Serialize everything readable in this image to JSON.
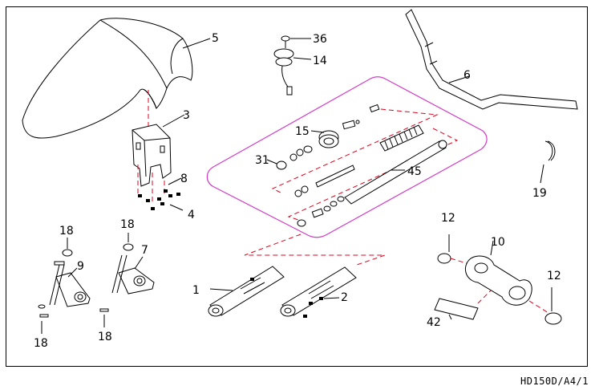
{
  "drawing": {
    "code": "HD150D/A4/1",
    "colors": {
      "outline": "#000000",
      "leader": "#e0001b",
      "group_box": "#d23cc8"
    },
    "callouts": [
      {
        "id": "c5",
        "text": "5"
      },
      {
        "id": "c3",
        "text": "3"
      },
      {
        "id": "c8",
        "text": "8"
      },
      {
        "id": "c4",
        "text": "4"
      },
      {
        "id": "c36",
        "text": "36"
      },
      {
        "id": "c14",
        "text": "14"
      },
      {
        "id": "c6",
        "text": "6"
      },
      {
        "id": "c15",
        "text": "15"
      },
      {
        "id": "c31",
        "text": "31"
      },
      {
        "id": "c45",
        "text": "45"
      },
      {
        "id": "c19",
        "text": "19"
      },
      {
        "id": "c18a",
        "text": "18"
      },
      {
        "id": "c9",
        "text": "9"
      },
      {
        "id": "c18b",
        "text": "18"
      },
      {
        "id": "c7",
        "text": "7"
      },
      {
        "id": "c18c",
        "text": "18"
      },
      {
        "id": "c18d",
        "text": "18"
      },
      {
        "id": "c1",
        "text": "1"
      },
      {
        "id": "c2",
        "text": "2"
      },
      {
        "id": "c12a",
        "text": "12"
      },
      {
        "id": "c10",
        "text": "10"
      },
      {
        "id": "c12b",
        "text": "12"
      },
      {
        "id": "c42",
        "text": "42"
      }
    ]
  }
}
